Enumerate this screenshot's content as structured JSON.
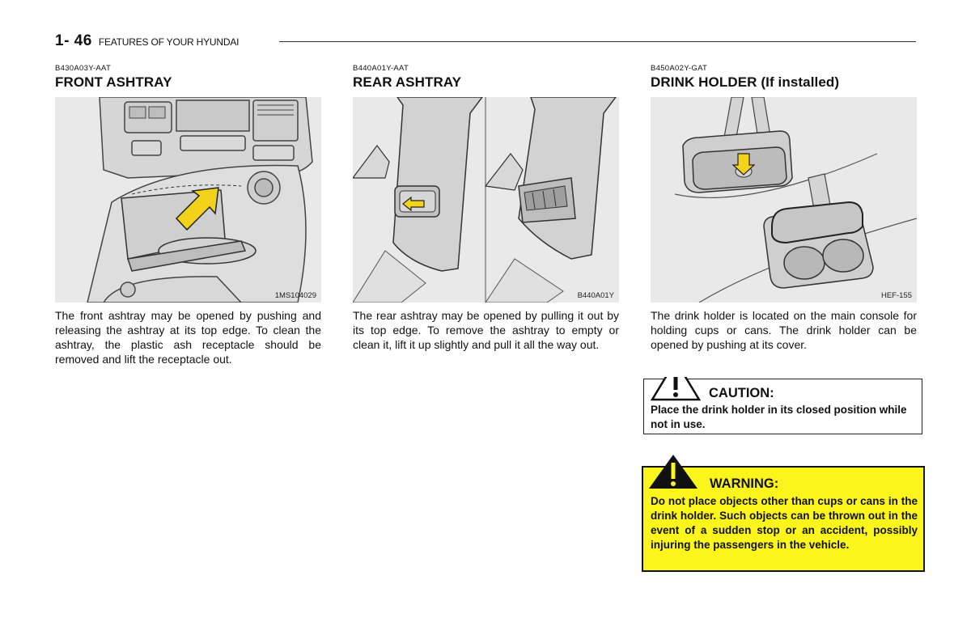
{
  "header": {
    "page_number": "1- 46",
    "section": "FEATURES OF YOUR HYUNDAI"
  },
  "front_ashtray": {
    "code": "B430A03Y-AAT",
    "heading": "FRONT ASHTRAY",
    "figure_code": "1MS104029",
    "text": "The front ashtray may be opened by pushing and releasing the ashtray at its top edge. To clean the ashtray, the plastic ash receptacle should be removed and lift the receptacle out."
  },
  "rear_ashtray": {
    "code": "B440A01Y-AAT",
    "heading": "REAR ASHTRAY",
    "figure_code": "B440A01Y",
    "text": "The rear ashtray may be opened by pulling it out by its top edge. To remove the ashtray to empty or clean it, lift it up slightly and pull it all the way out."
  },
  "drink_holder": {
    "code": "B450A02Y-GAT",
    "heading": "DRINK HOLDER (If installed)",
    "figure_code": "HEF-155",
    "text": "The drink holder is located on the main console for holding cups or cans. The drink holder can be opened by pushing at its cover."
  },
  "caution": {
    "title": "CAUTION:",
    "text": "Place the drink holder in its closed position while not in use."
  },
  "warning": {
    "title": "WARNING:",
    "text": "Do not place objects other than cups or cans in the drink holder. Such objects can be thrown out in the event of a sudden stop or an accident, possibly injuring the passengers in the vehicle."
  },
  "colors": {
    "warning_background": "#fbf51c",
    "arrow_yellow": "#f2d31a",
    "illustration_gray": "#e9e9e9"
  }
}
